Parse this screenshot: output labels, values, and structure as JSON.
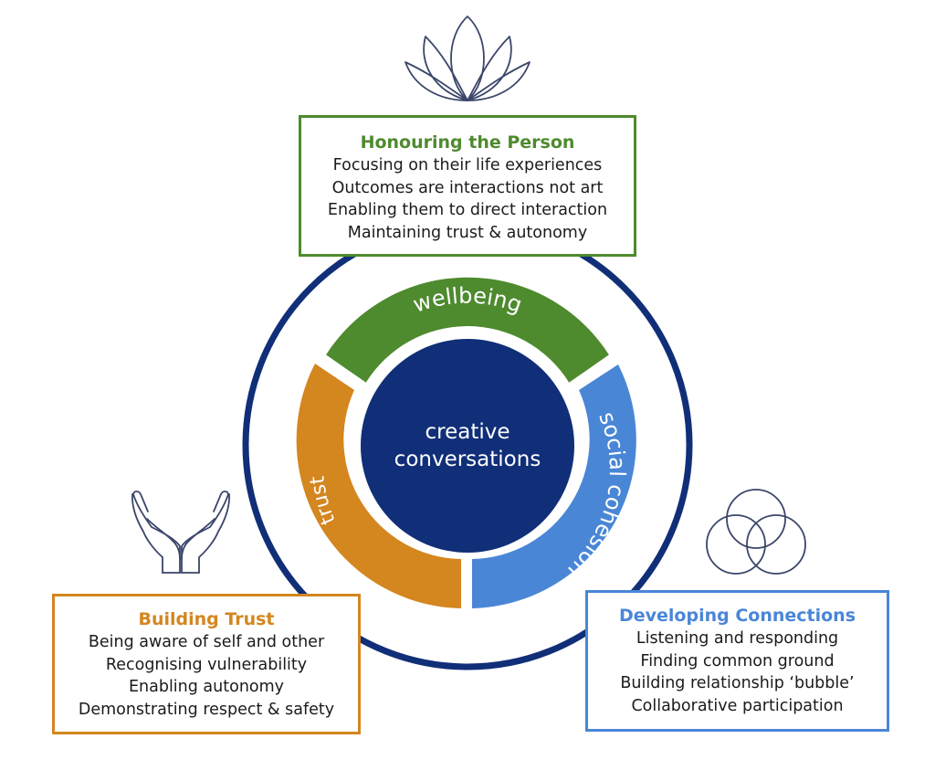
{
  "center_label": [
    "creative",
    "conversations"
  ],
  "ring_segments": {
    "wellbeing": "wellbeing",
    "social_cohesion": "social cohesion",
    "trust": "trust"
  },
  "boxes": {
    "honouring": {
      "title": "Honouring the Person",
      "lines": [
        "Focusing on their life experiences",
        "Outcomes are interactions not art",
        "Enabling them to direct interaction",
        "Maintaining trust & autonomy"
      ]
    },
    "trust": {
      "title": "Building Trust",
      "lines": [
        "Being aware of self and other",
        "Recognising vulnerability",
        "Enabling autonomy",
        "Demonstrating respect & safety"
      ]
    },
    "connections": {
      "title": "Developing Connections",
      "lines": [
        "Listening and responding",
        "Finding common ground",
        "Building relationship ‘bubble’",
        "Collaborative participation"
      ]
    }
  },
  "icons": {
    "top": "lotus-icon",
    "left": "open-hands-icon",
    "right": "venn-circles-icon"
  },
  "colors": {
    "navy": "#112f78",
    "green": "#4e8a2e",
    "orange": "#d4861f",
    "blue": "#4a86d6",
    "icon_stroke": "#3b466a"
  }
}
